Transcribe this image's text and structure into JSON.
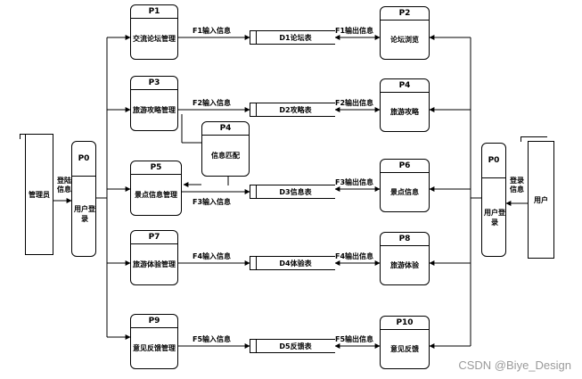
{
  "processes": {
    "p1": {
      "id": "P1",
      "name": "交流论坛管理"
    },
    "p2": {
      "id": "P2",
      "name": "论坛浏览"
    },
    "p3": {
      "id": "P3",
      "name": "旅游攻略管理"
    },
    "p4r": {
      "id": "P4",
      "name": "旅游攻略"
    },
    "p4m": {
      "id": "P4",
      "name": "信息匹配"
    },
    "p5": {
      "id": "P5",
      "name": "景点信息管理"
    },
    "p6": {
      "id": "P6",
      "name": "景点信息"
    },
    "p7": {
      "id": "P7",
      "name": "旅游体验管理"
    },
    "p8": {
      "id": "P8",
      "name": "旅游体验"
    },
    "p9": {
      "id": "P9",
      "name": "意见反馈管理"
    },
    "p10": {
      "id": "P10",
      "name": "意见反馈"
    },
    "p0l": {
      "id": "P0",
      "name": "用户登录"
    },
    "p0r": {
      "id": "P0",
      "name": "用户登录"
    }
  },
  "stores": {
    "d1": "D1论坛表",
    "d2": "D2攻略表",
    "d3": "D3信息表",
    "d4": "D4体验表",
    "d5": "D5反馈表"
  },
  "entities": {
    "admin": "管理员",
    "user": "用户"
  },
  "flows": {
    "f1_in": "F1输入信息",
    "f1_out": "F1输出信息",
    "f2_in": "F2输入信息",
    "f2_out": "F2输出信息",
    "f3_in": "F3输入信息",
    "f3_out": "F3输出信息",
    "f4_in": "F4输入信息",
    "f4_out": "F4输出信息",
    "f5_in": "F5输入信息",
    "f5_out": "F5输出信息",
    "login_left": "登陆信息",
    "login_right": "登录信息"
  },
  "watermark": "CSDN @Biye_Design"
}
